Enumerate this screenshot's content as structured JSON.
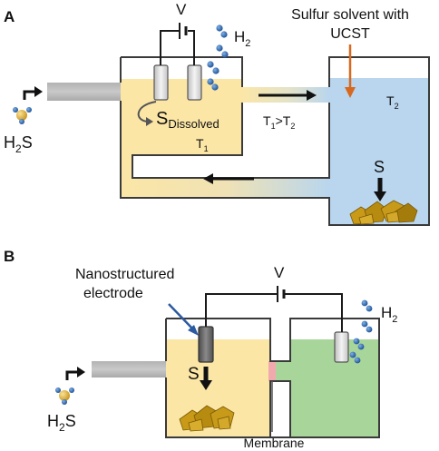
{
  "panelA": {
    "letter": "A",
    "voltage": "V",
    "h2_main": "H",
    "h2_sub": "2",
    "solvent_line1": "Sulfur solvent with",
    "solvent_line2": "UCST",
    "h2s_h": "H",
    "h2s_sub": "2",
    "h2s_s": "S",
    "s_dissolved_s": "S",
    "s_dissolved_sub": "Dissolved",
    "t1_main": "T",
    "t1_sub": "1",
    "t2_main": "T",
    "t2_sub": "2",
    "cmp_t1": "T",
    "cmp_sub1": "1",
    "cmp_gt": ">T",
    "cmp_sub2": "2",
    "s_precip": "S"
  },
  "panelB": {
    "letter": "B",
    "nano_line1": "Nanostructured",
    "nano_line2": "electrode",
    "voltage": "V",
    "h2_main": "H",
    "h2_sub": "2",
    "h2s_h": "H",
    "h2s_sub": "2",
    "h2s_s": "S",
    "s_label": "S",
    "membrane": "Membrane"
  },
  "colors": {
    "anolyte_yellow": "#fbe6a6",
    "catholyte_blue": "#b9d6ee",
    "catholyte_green": "#a8d69a",
    "membrane_pink": "#f2a9ad",
    "arrow_orange": "#d7691f",
    "arrow_blue": "#2c5aa0",
    "sulfur_gold": "#b58a12",
    "h2_blue": "#1f5ea8",
    "h2s_yellow": "#e8b83a"
  }
}
